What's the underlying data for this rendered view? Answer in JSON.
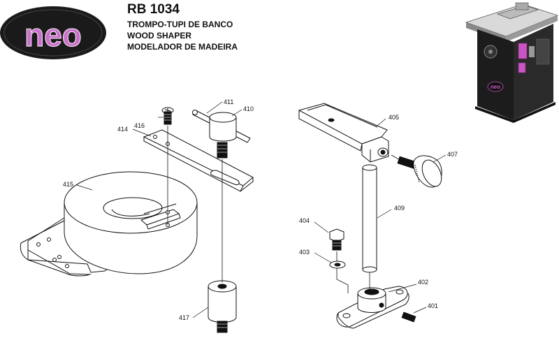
{
  "brand": {
    "logo_text": "neo",
    "logo_fill": "#1a1a1a",
    "logo_letter_color": "#c770c9"
  },
  "header": {
    "model": "RB 1034",
    "desc_pt": "TROMPO-TUPI DE BANCO",
    "desc_en": "WOOD SHAPER",
    "desc_es": "MODELADOR DE MADEIRA"
  },
  "parts": {
    "p401": "401",
    "p402": "402",
    "p403": "403",
    "p404": "404",
    "p405": "405",
    "p407": "407",
    "p409": "409",
    "p410": "410",
    "p411": "411",
    "p414": "414",
    "p415": "415",
    "p416": "416",
    "p417": "417"
  },
  "machine": {
    "badge_text": "neo",
    "accent_color": "#c955c4"
  },
  "colors": {
    "line": "#111111",
    "shade": "#e8e8e8"
  }
}
